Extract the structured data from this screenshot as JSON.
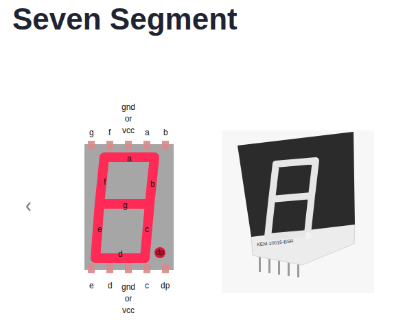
{
  "diagram": {
    "title": "Seven Segment",
    "labels": [
      "g",
      "f",
      "gnd or vcc",
      "a",
      "b",
      "a",
      "f",
      "b",
      "g",
      "e",
      "c",
      "d",
      "dp",
      "e",
      "d",
      "gnd or vcc",
      "c",
      "dp",
      "KEM-10016-BSR"
    ]
  }
}
